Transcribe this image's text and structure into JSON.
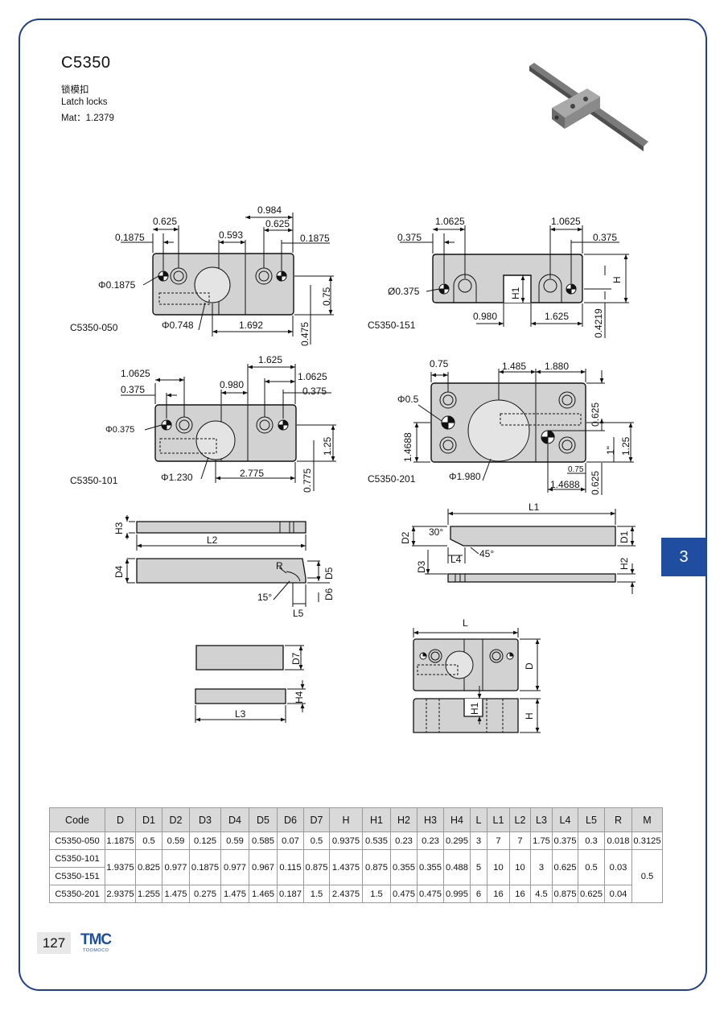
{
  "header": {
    "code": "C5350",
    "name_cn": "锁模扣",
    "name_en": "Latch locks",
    "material": "Mat：1.2379"
  },
  "side_tab": "3",
  "drawings": {
    "v050": {
      "label": "C5350-050",
      "d_0625": "0.625",
      "d_01875a": "0.1875",
      "d_0593": "0.593",
      "d_0984": "0.984",
      "d_0625b": "0.625",
      "d_01875b": "0.1875",
      "phi_a": "Φ0.1875",
      "phi_b": "Φ0.748",
      "d_1692": "1.692",
      "d_075": "0.75",
      "d_0475": "0.475"
    },
    "v151": {
      "label": "C5350-151",
      "d_10625a": "1.0625",
      "d_0375a": "0.375",
      "d_10625b": "1.0625",
      "d_0375b": "0.375",
      "phi": "Ø0.375",
      "h1": "H1",
      "h": "H",
      "d_0980": "0.980",
      "d_1625": "1.625",
      "d_04219": "0.4219"
    },
    "v101": {
      "label": "C5350-101",
      "d_10625a": "1.0625",
      "d_0375a": "0.375",
      "d_0980": "0.980",
      "d_1625": "1.625",
      "d_10625b": "1.0625",
      "d_0375b": "0.375",
      "phi_a": "Φ0.375",
      "phi_b": "Φ1.230",
      "d_2775": "2.775",
      "d_125": "1.25",
      "d_0775": "0.775"
    },
    "v201": {
      "label": "C5350-201",
      "d_075": "0.75",
      "d_1485": "1.485",
      "d_1880": "1.880",
      "phi_a": "Φ0.5",
      "phi_b": "Φ1.980",
      "d_14688a": "1.4688",
      "d_14688b": "1.4688",
      "d_0625a": "0.625",
      "d_0625b": "0.625",
      "d_125": "1.25",
      "d_1in": "1\"",
      "d_075b": "0.75"
    },
    "side": {
      "h3": "H3",
      "l2": "L2",
      "d4": "D4",
      "r": "R",
      "d5": "D5",
      "d6": "D6",
      "ang15": "15°",
      "l5": "L5"
    },
    "side2": {
      "l1": "L1",
      "d2": "D2",
      "ang30": "30°",
      "d1": "D1",
      "l4": "L4",
      "ang45": "45°",
      "d3": "D3",
      "h2": "H2"
    },
    "plate": {
      "d7": "D7",
      "h4": "H4",
      "l3": "L3"
    },
    "assy": {
      "l": "L",
      "d": "D",
      "h1": "H1",
      "h": "H"
    }
  },
  "table": {
    "headers": [
      "Code",
      "D",
      "D1",
      "D2",
      "D3",
      "D4",
      "D5",
      "D6",
      "D7",
      "H",
      "H1",
      "H2",
      "H3",
      "H4",
      "L",
      "L1",
      "L2",
      "L3",
      "L4",
      "L5",
      "R",
      "M"
    ],
    "r050": [
      "C5350-050",
      "1.1875",
      "0.5",
      "0.59",
      "0.125",
      "0.59",
      "0.585",
      "0.07",
      "0.5",
      "0.9375",
      "0.535",
      "0.23",
      "0.23",
      "0.295",
      "3",
      "7",
      "7",
      "1.75",
      "0.375",
      "0.3",
      "0.018",
      "0.3125"
    ],
    "r101": [
      "C5350-101",
      "1.9375",
      "0.825",
      "0.977",
      "0.1875",
      "0.977",
      "0.967",
      "0.115",
      "0.875",
      "1.4375",
      "0.875",
      "0.355",
      "0.355",
      "0.488",
      "5",
      "10",
      "10",
      "3",
      "0.625",
      "0.5",
      "0.03",
      "0.5"
    ],
    "r151": [
      "C5350-151"
    ],
    "r201": [
      "C5350-201",
      "2.9375",
      "1.255",
      "1.475",
      "0.275",
      "1.475",
      "1.465",
      "0.187",
      "1.5",
      "2.4375",
      "1.5",
      "0.475",
      "0.475",
      "0.995",
      "6",
      "16",
      "16",
      "4.5",
      "0.875",
      "0.625",
      "0.04"
    ]
  },
  "footer": {
    "page": "127",
    "logo": "TMC",
    "logo_sub": "TOOMOCO"
  },
  "colors": {
    "frame": "#1f3f8f",
    "accent": "#1f4ea0",
    "part_fill": "#d2d2d2"
  }
}
